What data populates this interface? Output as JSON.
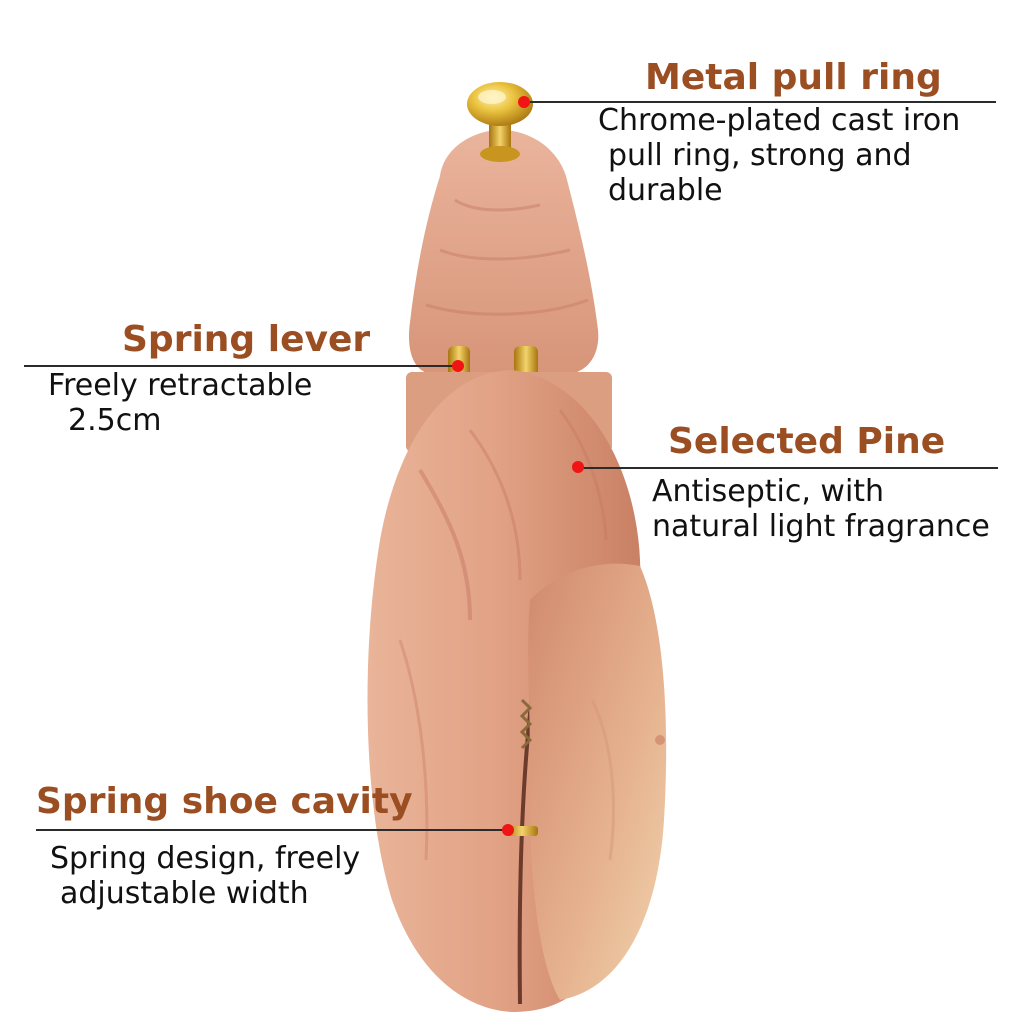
{
  "callouts": [
    {
      "id": "metal-pull-ring",
      "title": "Metal pull ring",
      "lines": [
        "Chrome-plated cast iron",
        "pull ring, strong and",
        "durable"
      ]
    },
    {
      "id": "spring-lever",
      "title": "Spring lever",
      "lines": [
        "Freely retractable",
        "2.5cm"
      ]
    },
    {
      "id": "selected-pine",
      "title": "Selected Pine",
      "lines": [
        "Antiseptic, with",
        "natural light fragrance"
      ]
    },
    {
      "id": "spring-shoe-cavity",
      "title": "Spring shoe cavity",
      "lines": [
        "Spring design, freely",
        "adjustable width"
      ]
    }
  ],
  "colors": {
    "title": "#9a4e22",
    "text": "#111111",
    "leader_line": "#2b2b2b",
    "marker": "#f01414",
    "wood": "#e3a98c",
    "brass": "#d9a520"
  },
  "icons": {
    "product": "cedar-shoe-tree",
    "marker": "red-dot"
  }
}
